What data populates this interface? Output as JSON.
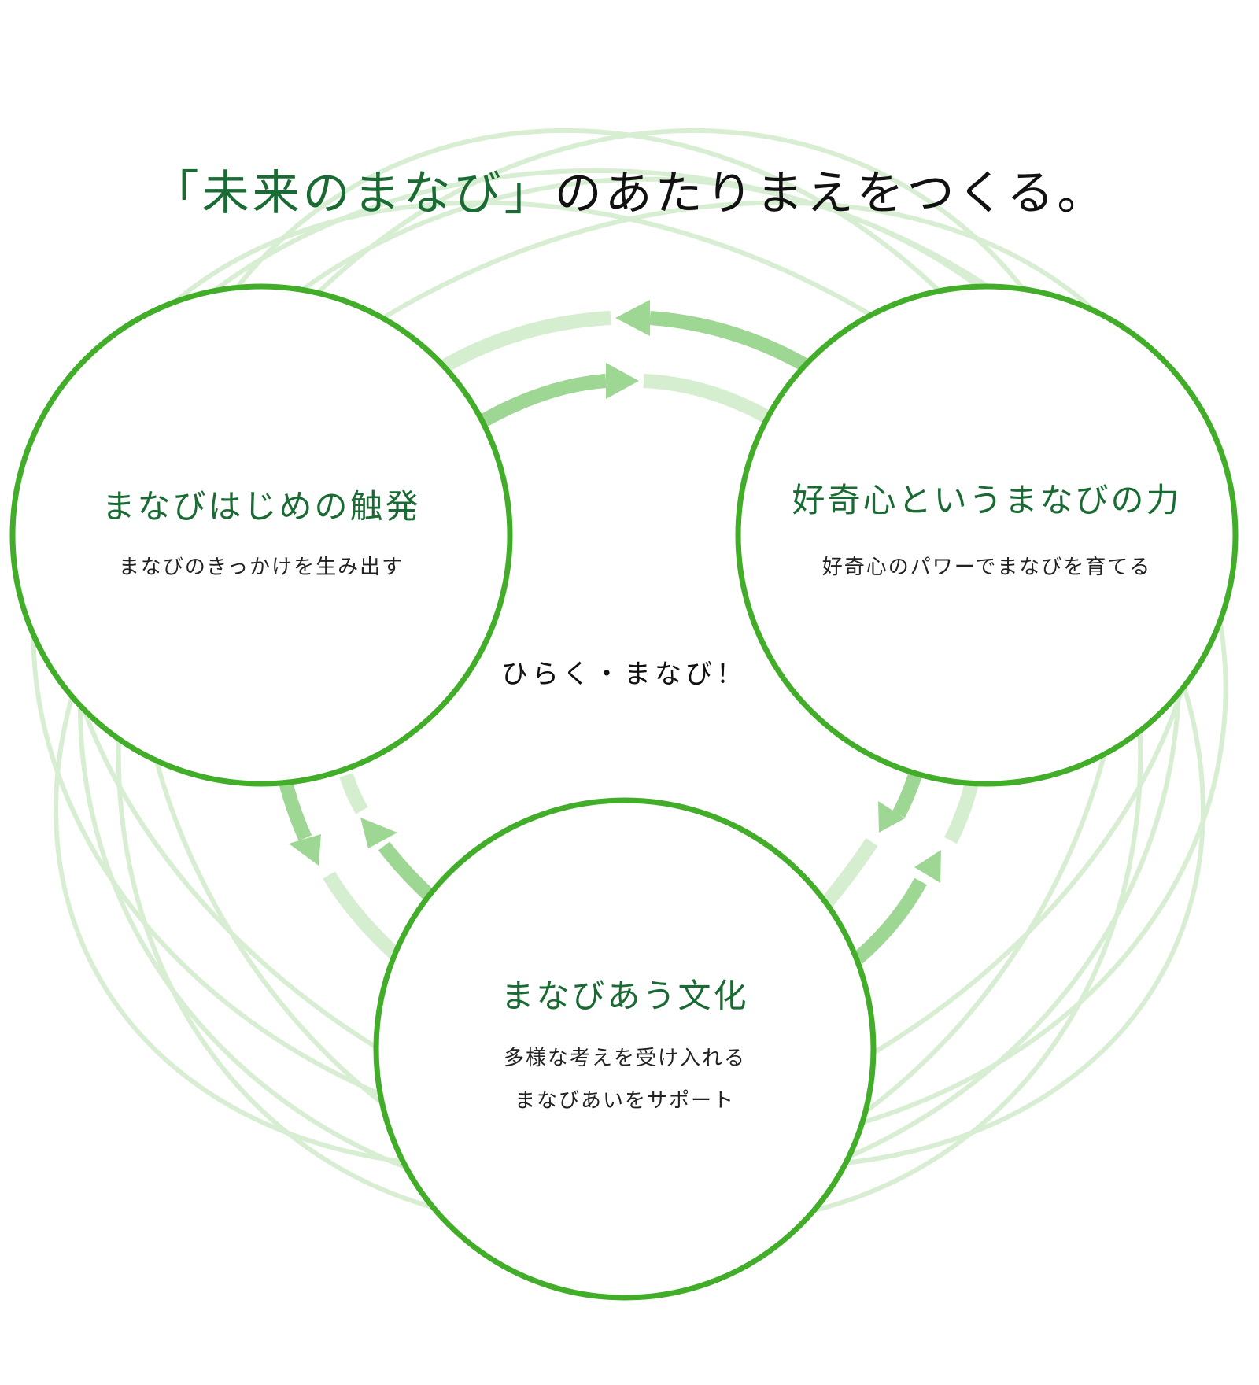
{
  "title": {
    "accent": "「未来のまなび」",
    "rest": "のあたりまえをつくる。"
  },
  "center_label": "ひらく・まなび！",
  "circles": [
    {
      "heading": "まなびはじめの触発",
      "lines": [
        "まなびのきっかけを生み出す"
      ]
    },
    {
      "heading": "好奇心というまなびの力",
      "lines": [
        "好奇心のパワーでまなびを育てる"
      ]
    },
    {
      "heading": "まなびあう文化",
      "lines": [
        "多様な考えを受け入れる",
        "まなびあいをサポート"
      ]
    }
  ],
  "colors": {
    "circle_stroke": "#41ad28",
    "heading_text": "#1a6b33",
    "arrow_strong": "#9ed693",
    "arrow_faint": "#d5eed0",
    "ring": "#9ed693"
  }
}
